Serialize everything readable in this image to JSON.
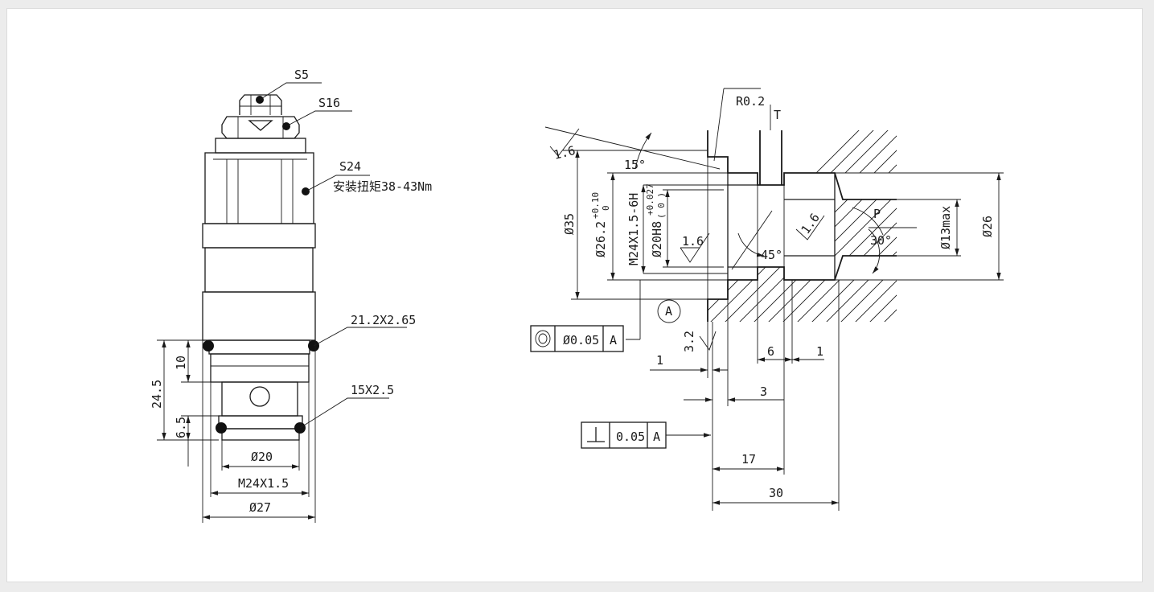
{
  "left_view": {
    "labels": {
      "s5": "S5",
      "s16": "S16",
      "s24": "S24",
      "torque": "安装扭矩38-43Nm",
      "oring_upper": "21.2X2.65",
      "oring_lower": "15X2.5"
    },
    "dimensions": {
      "d_20": "Ø20",
      "thread": "M24X1.5",
      "d_27": "Ø27",
      "len_24_5": "24.5",
      "len_10": "10",
      "len_6_5": "6.5"
    }
  },
  "right_view": {
    "labels": {
      "radius": "R0.2",
      "port_t": "T",
      "port_p": "P",
      "angle_15": "15°",
      "angle_45": "45°",
      "angle_30": "30°",
      "rough_1": "1.6",
      "rough_2": "1.6",
      "rough_3": "1.6",
      "rough_4": "3.2",
      "datum_a": "A"
    },
    "dimensions": {
      "d_35": "Ø35",
      "d_26_2": "Ø26.2",
      "tol_26_upper": "+0.10",
      "tol_26_lower": "0",
      "thread_6h": "M24X1.5-6H",
      "d_20h8": "Ø20H8",
      "tol_20_upper": "+0.027",
      "tol_20_lower": "( 0 )",
      "d_13max": "Ø13max",
      "d_26": "Ø26",
      "len_1a": "1",
      "len_6": "6",
      "len_1b": "1",
      "len_3": "3",
      "len_17": "17",
      "len_30": "30"
    },
    "tolerance_frames": [
      {
        "symbol": "concentricity",
        "value": "Ø0.05",
        "datum": "A"
      },
      {
        "symbol": "perpendicularity",
        "value": "0.05",
        "datum": "A"
      }
    ]
  }
}
